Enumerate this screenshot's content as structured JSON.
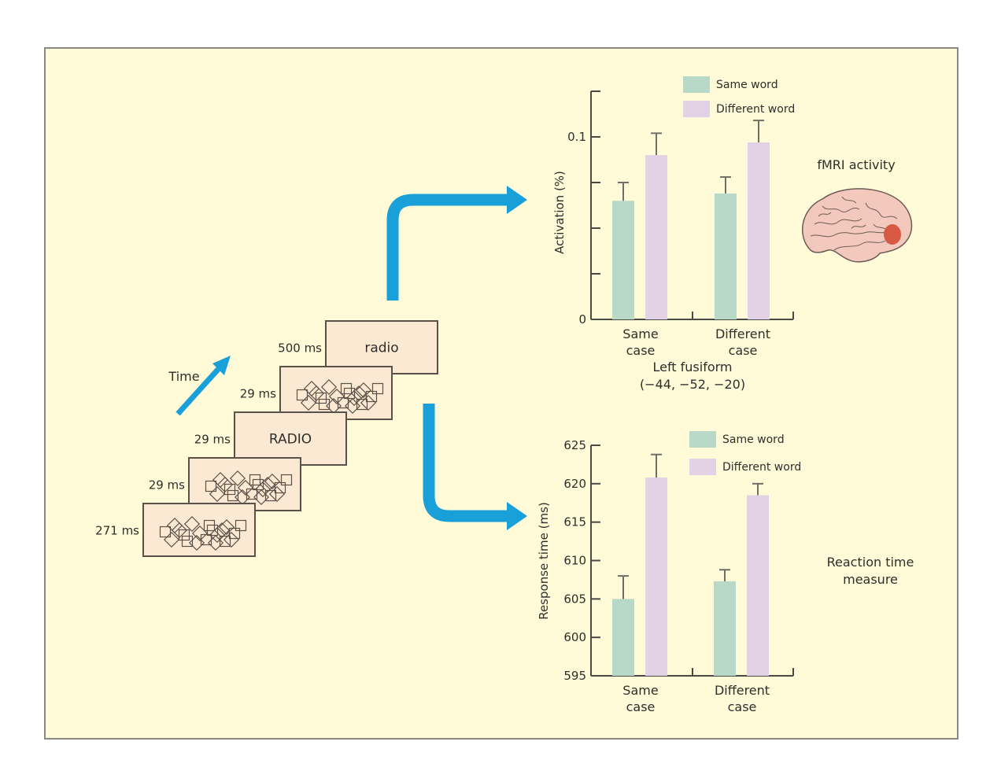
{
  "colors": {
    "background": "#fffbd9",
    "frame_border": "#8a8a84",
    "arrow": "#1aa0d8",
    "box_fill": "#fce9d3",
    "box_stroke": "#5a5248",
    "same_word": "#b8d8c8",
    "different_word": "#e3d2e6",
    "axis": "#4a4a42",
    "brain_fill": "#f4c9bd",
    "brain_stroke": "#6d5a55",
    "activation_spot": "#d85a45"
  },
  "sequence": {
    "time_label": "Time",
    "frames": [
      {
        "duration": "271 ms",
        "content_type": "mask",
        "text": ""
      },
      {
        "duration": "29 ms",
        "content_type": "mask",
        "text": ""
      },
      {
        "duration": "29 ms",
        "content_type": "word",
        "text": "RADIO"
      },
      {
        "duration": "29 ms",
        "content_type": "mask",
        "text": ""
      },
      {
        "duration": "500 ms",
        "content_type": "word",
        "text": "radio"
      }
    ]
  },
  "side_labels": {
    "fmri": "fMRI activity",
    "reaction_line1": "Reaction time",
    "reaction_line2": "measure"
  },
  "chart_data": [
    {
      "type": "bar",
      "title": "",
      "ylabel": "Activation (%)",
      "xlabel_line1": "Left fusiform",
      "xlabel_line2": "(−44, −52, −20)",
      "categories": [
        {
          "line1": "Same",
          "line2": "case"
        },
        {
          "line1": "Different",
          "line2": "case"
        }
      ],
      "ylim": [
        0,
        0.125
      ],
      "yticks": [
        0,
        0.025,
        0.05,
        0.075,
        0.1
      ],
      "ytick_labels": [
        "0",
        "",
        "",
        "",
        "0.1"
      ],
      "legend_position": "top-right",
      "series": [
        {
          "name": "Same word",
          "values": [
            0.065,
            0.069
          ],
          "error_upper": [
            0.075,
            0.078
          ]
        },
        {
          "name": "Different word",
          "values": [
            0.09,
            0.097
          ],
          "error_upper": [
            0.102,
            0.109
          ]
        }
      ]
    },
    {
      "type": "bar",
      "title": "",
      "ylabel": "Response time (ms)",
      "categories": [
        {
          "line1": "Same",
          "line2": "case"
        },
        {
          "line1": "Different",
          "line2": "case"
        }
      ],
      "ylim": [
        595,
        625
      ],
      "yticks": [
        595,
        600,
        605,
        610,
        615,
        620,
        625
      ],
      "ytick_labels": [
        "595",
        "600",
        "605",
        "610",
        "615",
        "620",
        "625"
      ],
      "legend_position": "top-right",
      "series": [
        {
          "name": "Same word",
          "values": [
            605.0,
            607.3
          ],
          "error_upper": [
            608.0,
            608.8
          ]
        },
        {
          "name": "Different word",
          "values": [
            620.8,
            618.5
          ],
          "error_upper": [
            623.8,
            620.0
          ]
        }
      ]
    }
  ]
}
